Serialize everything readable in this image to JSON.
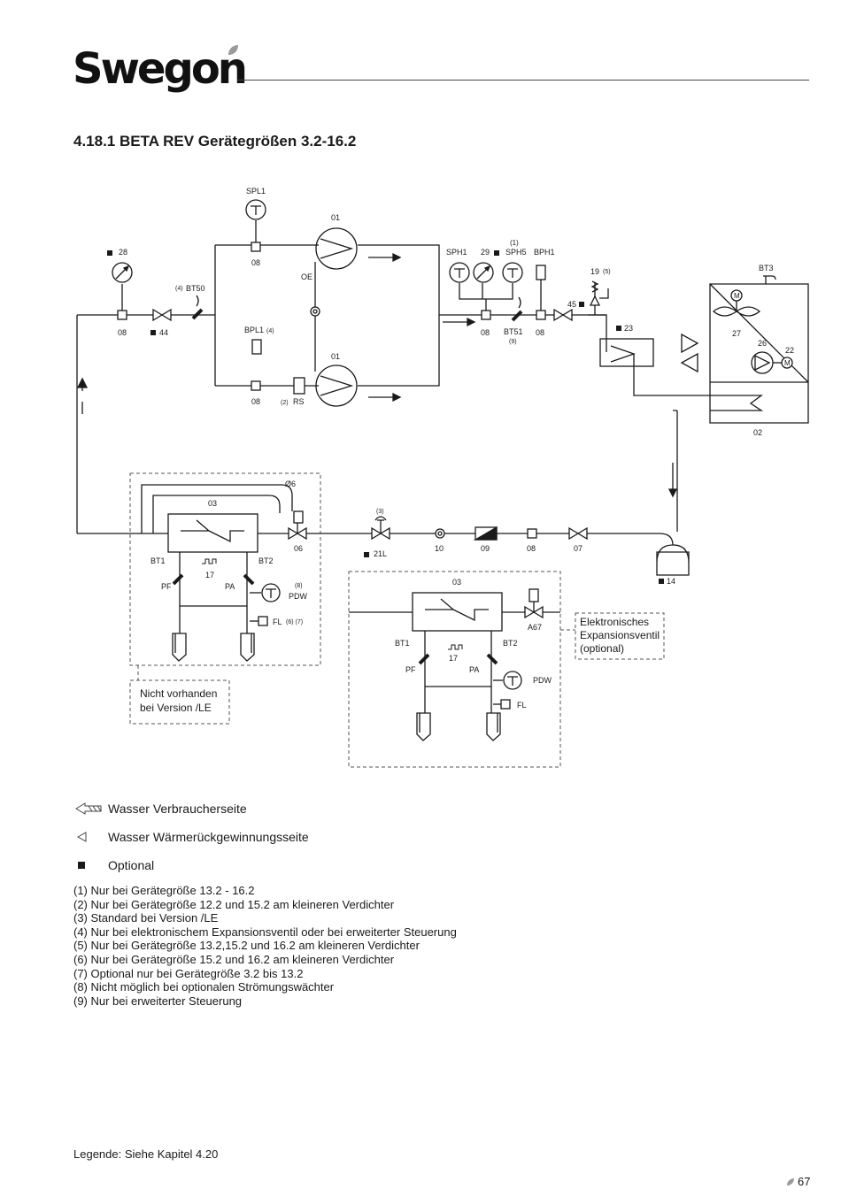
{
  "header": {
    "brand": "Swegon"
  },
  "title": "4.18.1 BETA REV Gerätegrößen 3.2-16.2",
  "diagram": {
    "labels": {
      "spl1": "SPL1",
      "c01_top": "01",
      "c01_bot": "01",
      "oe": "OE",
      "n28": "28",
      "n08a": "08",
      "n08b": "08",
      "n08c": "08",
      "n08d": "08",
      "n08e": "08",
      "n08f": "08",
      "n44": "44",
      "bt50_note": "(4)",
      "bt50": "BT50",
      "bpl1": "BPL1",
      "bpl1_note": "(4)",
      "rs_note": "(2)",
      "rs": "RS",
      "sph1": "SPH1",
      "n29": "29",
      "sph5_note": "(1)",
      "sph5": "SPH5",
      "bph1": "BPH1",
      "bt51": "BT51",
      "bt51_note": "(9)",
      "n19": "19",
      "n19_note": "(5)",
      "n45": "45",
      "n23": "23",
      "bt3": "BT3",
      "n27": "27",
      "n26": "26",
      "n22": "22",
      "n02": "02",
      "m_fan": "M",
      "m_pump": "M",
      "d6": "Ø6",
      "n03a": "03",
      "n06": "06",
      "bt1a": "BT1",
      "bt2a": "BT2",
      "n17a": "17",
      "pfa": "PF",
      "paa": "PA",
      "pdwa_note": "(8)",
      "pdwa": "PDW",
      "fla": "FL",
      "fla_note": "(6) (7)",
      "n21l_note": "(3)",
      "n21l": "21L",
      "n10": "10",
      "n09": "09",
      "n07": "07",
      "n14": "14",
      "n03b": "03",
      "a67": "A67",
      "bt1b": "BT1",
      "bt2b": "BT2",
      "n17b": "17",
      "pfb": "PF",
      "pab": "PA",
      "pdwb": "PDW",
      "flb": "FL"
    },
    "note_nicht": [
      "Nicht vorhanden",
      "bei Version /LE"
    ],
    "note_exp": [
      "Elektronisches",
      "Expansionsventil",
      "(optional)"
    ]
  },
  "legend": [
    {
      "icon": "double-arrow-icon",
      "label": "Wasser Verbraucherseite"
    },
    {
      "icon": "triangle-icon",
      "label": "Wasser Wärmerückgewinnungsseite"
    },
    {
      "icon": "square-icon",
      "label": "Optional"
    }
  ],
  "notes": [
    "(1) Nur bei Gerätegröße 13.2 - 16.2",
    "(2) Nur bei Gerätegröße 12.2 und 15.2 am kleineren Verdichter",
    "(3) Standard bei Version /LE",
    "(4) Nur bei elektronischem Expansionsventil oder bei erweiterter Steuerung",
    "(5) Nur bei Gerätegröße 13.2,15.2 und 16.2 am kleineren Verdichter",
    "(6) Nur bei Gerätegröße 15.2 und 16.2 am kleineren Verdichter",
    "(7) Optional nur bei Gerätegröße 3.2 bis 13.2",
    "(8) Nicht möglich bei optionalen Strömungswächter",
    "(9) Nur bei erweiterter Steuerung"
  ],
  "footer": {
    "legend_ref": "Legende: Siehe Kapitel 4.20",
    "page": "67"
  },
  "colors": {
    "line": "#1a1a1a",
    "dash": "#555555",
    "leaf": "#9a9a9a"
  }
}
